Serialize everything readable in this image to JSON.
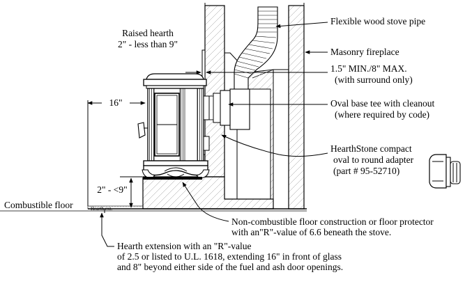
{
  "labels": {
    "raised_hearth": [
      "Raised hearth",
      "2\" - less than 9\""
    ],
    "flexible_pipe": "Flexible wood stove pipe",
    "masonry_fireplace": "Masonry fireplace",
    "clearance": [
      "1.5\" MIN./8\" MAX.",
      "(with surround only)"
    ],
    "oval_tee": [
      "Oval base tee with cleanout",
      "(where required by code)"
    ],
    "adapter": [
      "HearthStone compact",
      "oval to round adapter",
      "(part # 95-52710)"
    ],
    "dim_16": "16\"",
    "dim_height": "2\" - <9\"",
    "combustible_floor": "Combustible floor",
    "hearth_ext_small": "Hearth ext.",
    "noncombustible": [
      "Non-combustible floor construction or floor protector",
      "with an\"R\"-value of 6.6 beneath the stove."
    ],
    "hearth_extension": [
      "Hearth extension with an \"R\"-value",
      "of 2.5 or listed to U.L. 1618, extending 16\" in front of glass",
      "and 8\" beyond either side of the fuel and ash door openings."
    ]
  }
}
